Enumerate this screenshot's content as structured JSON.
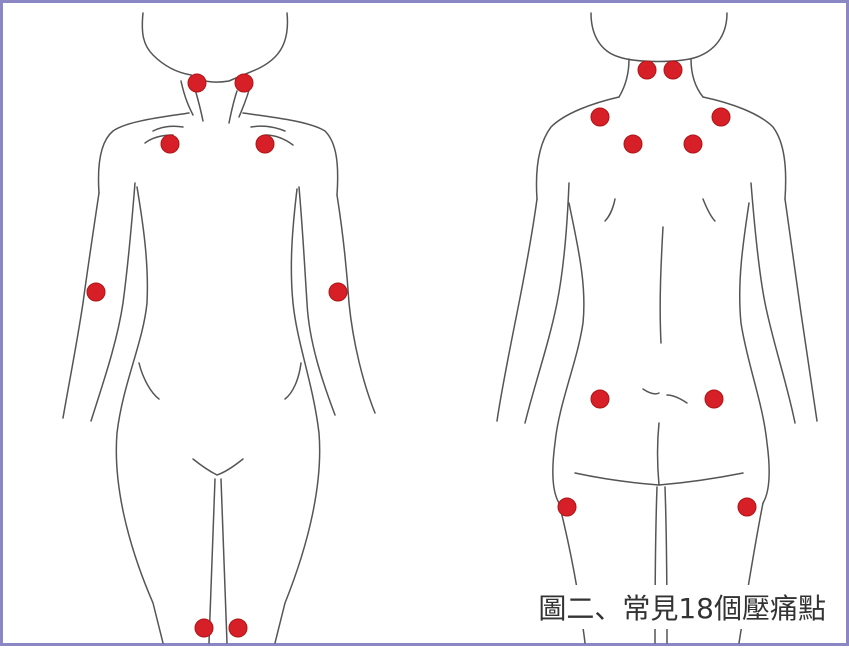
{
  "caption": "圖二、常見18個壓痛點",
  "colors": {
    "point": "#d61f26",
    "border": "#8b87c4",
    "outline": "#555555"
  },
  "tender_points": {
    "front": [
      "neck-left",
      "neck-right",
      "chest-left",
      "chest-right",
      "elbow-left",
      "elbow-right",
      "knee-left",
      "knee-right"
    ],
    "back": [
      "occiput-left",
      "occiput-right",
      "shoulder-left",
      "shoulder-right",
      "scapula-left",
      "scapula-right",
      "gluteal-left",
      "gluteal-right",
      "hip-left",
      "hip-right"
    ]
  }
}
